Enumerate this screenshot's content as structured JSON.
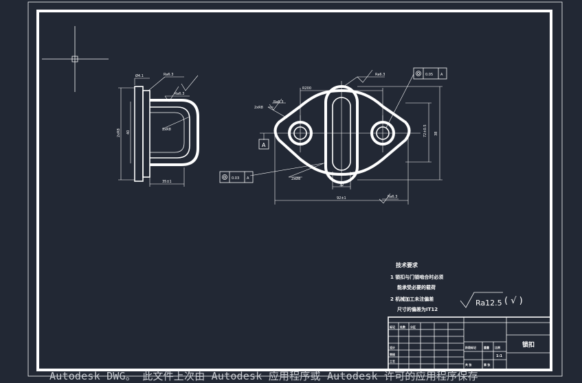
{
  "watermark": "Autodesk DWG。 此文件上次由 Autodesk 应用程序或 Autodesk 许可的应用程序保存",
  "left_view": {
    "ra_top": "Ra6.3",
    "ra_mid": "Ra6.3",
    "radius": "2xR8",
    "dim_vertical_outer": "2xR8",
    "dim_vertical_inner": "40",
    "dim_bottom": "35±1",
    "dim_top": "Ø4.1"
  },
  "front_view": {
    "ra_top": "Ra6.3",
    "ra_left": "Ra6.3",
    "ra_bottom": "Ra6.3",
    "dim_top_width": "R200",
    "dim_left_r": "2xR8",
    "dim_hole": "2xØ8",
    "dim_center": "32",
    "dim_overall": "92±1",
    "dim_right_inner": "72±0.5",
    "dim_right_outer": "38",
    "datum_label": "A",
    "fcf_top_value": "0.05",
    "fcf_top_datum": "A",
    "fcf_left_value": "0.03",
    "fcf_left_datum": "A"
  },
  "tech_requirements": {
    "title": "技术要求",
    "line1": "1  锁扣与门锁啮合时必须",
    "line2": "能承受必要的载荷",
    "line3": "2  机械加工未注偏差",
    "line4": "尺寸的偏差为IT12"
  },
  "roughness_note": {
    "value": "Ra12.5",
    "paren": "( √ )"
  },
  "title_block": {
    "part_name": "锁扣",
    "cells": [
      "标记",
      "处数",
      "分区",
      "设计",
      "审核",
      "工艺",
      "阶段标记",
      "重量",
      "比例",
      "1:1",
      "共 张",
      "第 张"
    ]
  },
  "colors": {
    "background": "#222834",
    "line": "#ffffff",
    "watermark": "#c9ccd2"
  }
}
